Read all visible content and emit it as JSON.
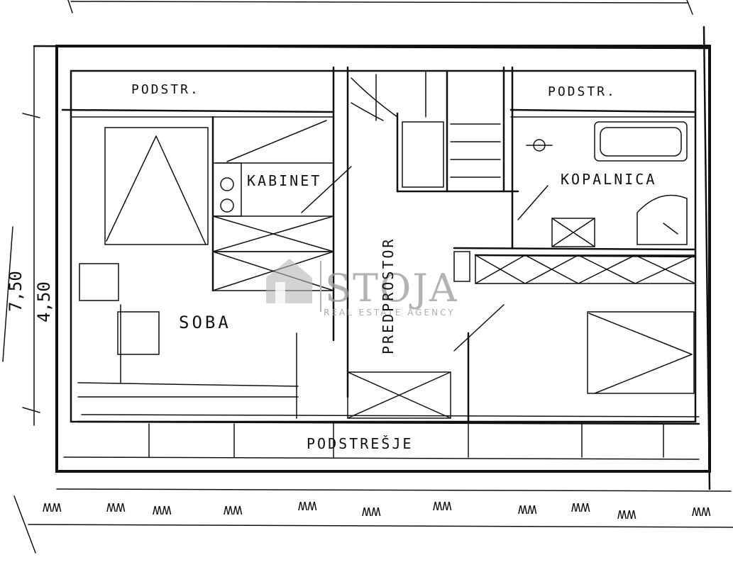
{
  "rooms": {
    "podstr_left": "PODSTR.",
    "podstr_right": "PODSTR.",
    "kabinet": "KABINET",
    "kopalnica": "KOPALNICA",
    "soba": "SOBA",
    "predprostor": "PREDPROSTOR",
    "podstresje": "PODSTREŠJE"
  },
  "dimensions": {
    "outer_height": "7,50",
    "inner_height": "4,50"
  },
  "watermark": {
    "brand": "STOJA",
    "tagline": "REAL ESTATE AGENCY"
  },
  "ground_mark": "ʍʍ"
}
